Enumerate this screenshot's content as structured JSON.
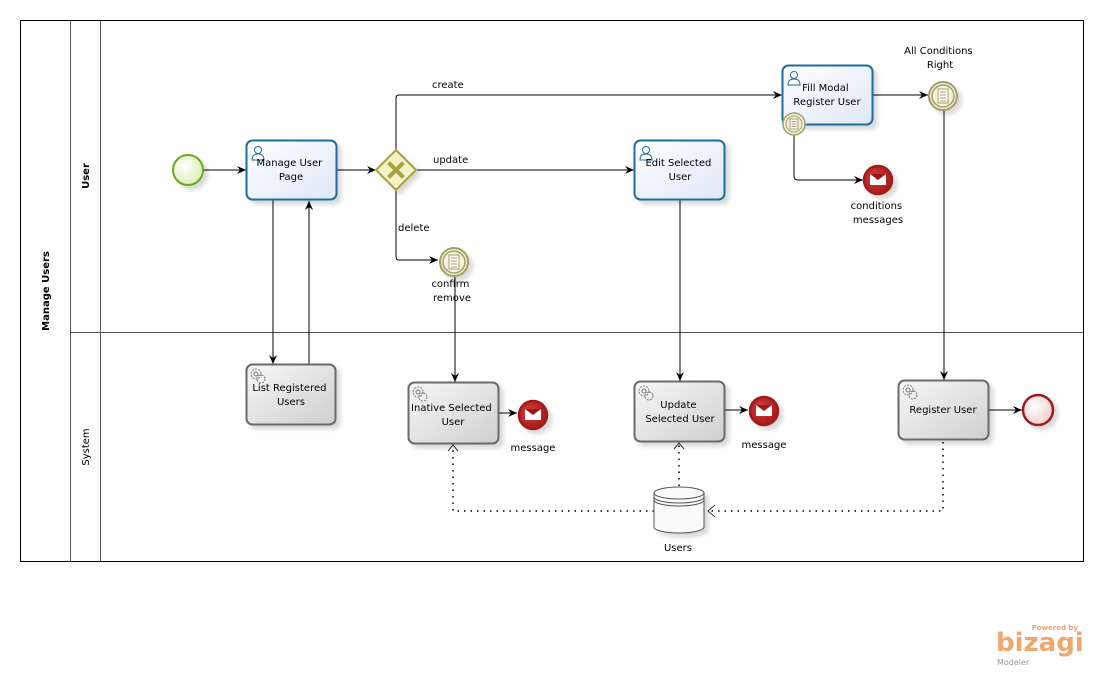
{
  "pool": {
    "label": "Manage Users"
  },
  "lanes": [
    {
      "id": "user",
      "label": "User"
    },
    {
      "id": "system",
      "label": "System"
    }
  ],
  "tasks": [
    {
      "id": "manage-user-page",
      "lines": [
        "Manage User",
        "Page"
      ],
      "type": "user",
      "lane": "user"
    },
    {
      "id": "edit-selected-user",
      "lines": [
        "Edit Selected",
        "User"
      ],
      "type": "user",
      "lane": "user"
    },
    {
      "id": "fill-modal-register-user",
      "lines": [
        "Fill Modal",
        "Register User"
      ],
      "type": "user",
      "lane": "user"
    },
    {
      "id": "list-registered-users",
      "lines": [
        "List Registered",
        "Users"
      ],
      "type": "service",
      "lane": "system"
    },
    {
      "id": "inative-selected-user",
      "lines": [
        "Inative Selected",
        "User"
      ],
      "type": "service",
      "lane": "system"
    },
    {
      "id": "update-selected-user",
      "lines": [
        "Update",
        "Selected User"
      ],
      "type": "service",
      "lane": "system"
    },
    {
      "id": "register-user",
      "lines": [
        "Register User"
      ],
      "type": "service",
      "lane": "system"
    }
  ],
  "events": {
    "confirm_remove": [
      "confirm",
      "remove"
    ],
    "all_conditions_right": [
      "All Conditions",
      "Right"
    ],
    "conditions_messages": [
      "conditions",
      "messages"
    ],
    "message_1": "message",
    "message_2": "message"
  },
  "flows": {
    "create": "create",
    "update": "update",
    "delete": "delete"
  },
  "datastore": {
    "label": "Users"
  },
  "watermark": {
    "powered": "Powered by",
    "brand": "bizagi",
    "product": "Modeler"
  },
  "colors": {
    "user_task_stroke": "#1f6e9c",
    "user_task_fill": "#eef3fb",
    "service_task_stroke": "#6b6b6b",
    "service_task_fill": "#e3e3e3",
    "start_stroke": "#6aa81e",
    "start_fill": "#eaf5cf",
    "end_stroke": "#a01c1c",
    "gateway_stroke": "#a7a23a",
    "gateway_fill": "#f4f2c6",
    "timer_stroke": "#a29e6a",
    "brand": "#f0a76e"
  }
}
